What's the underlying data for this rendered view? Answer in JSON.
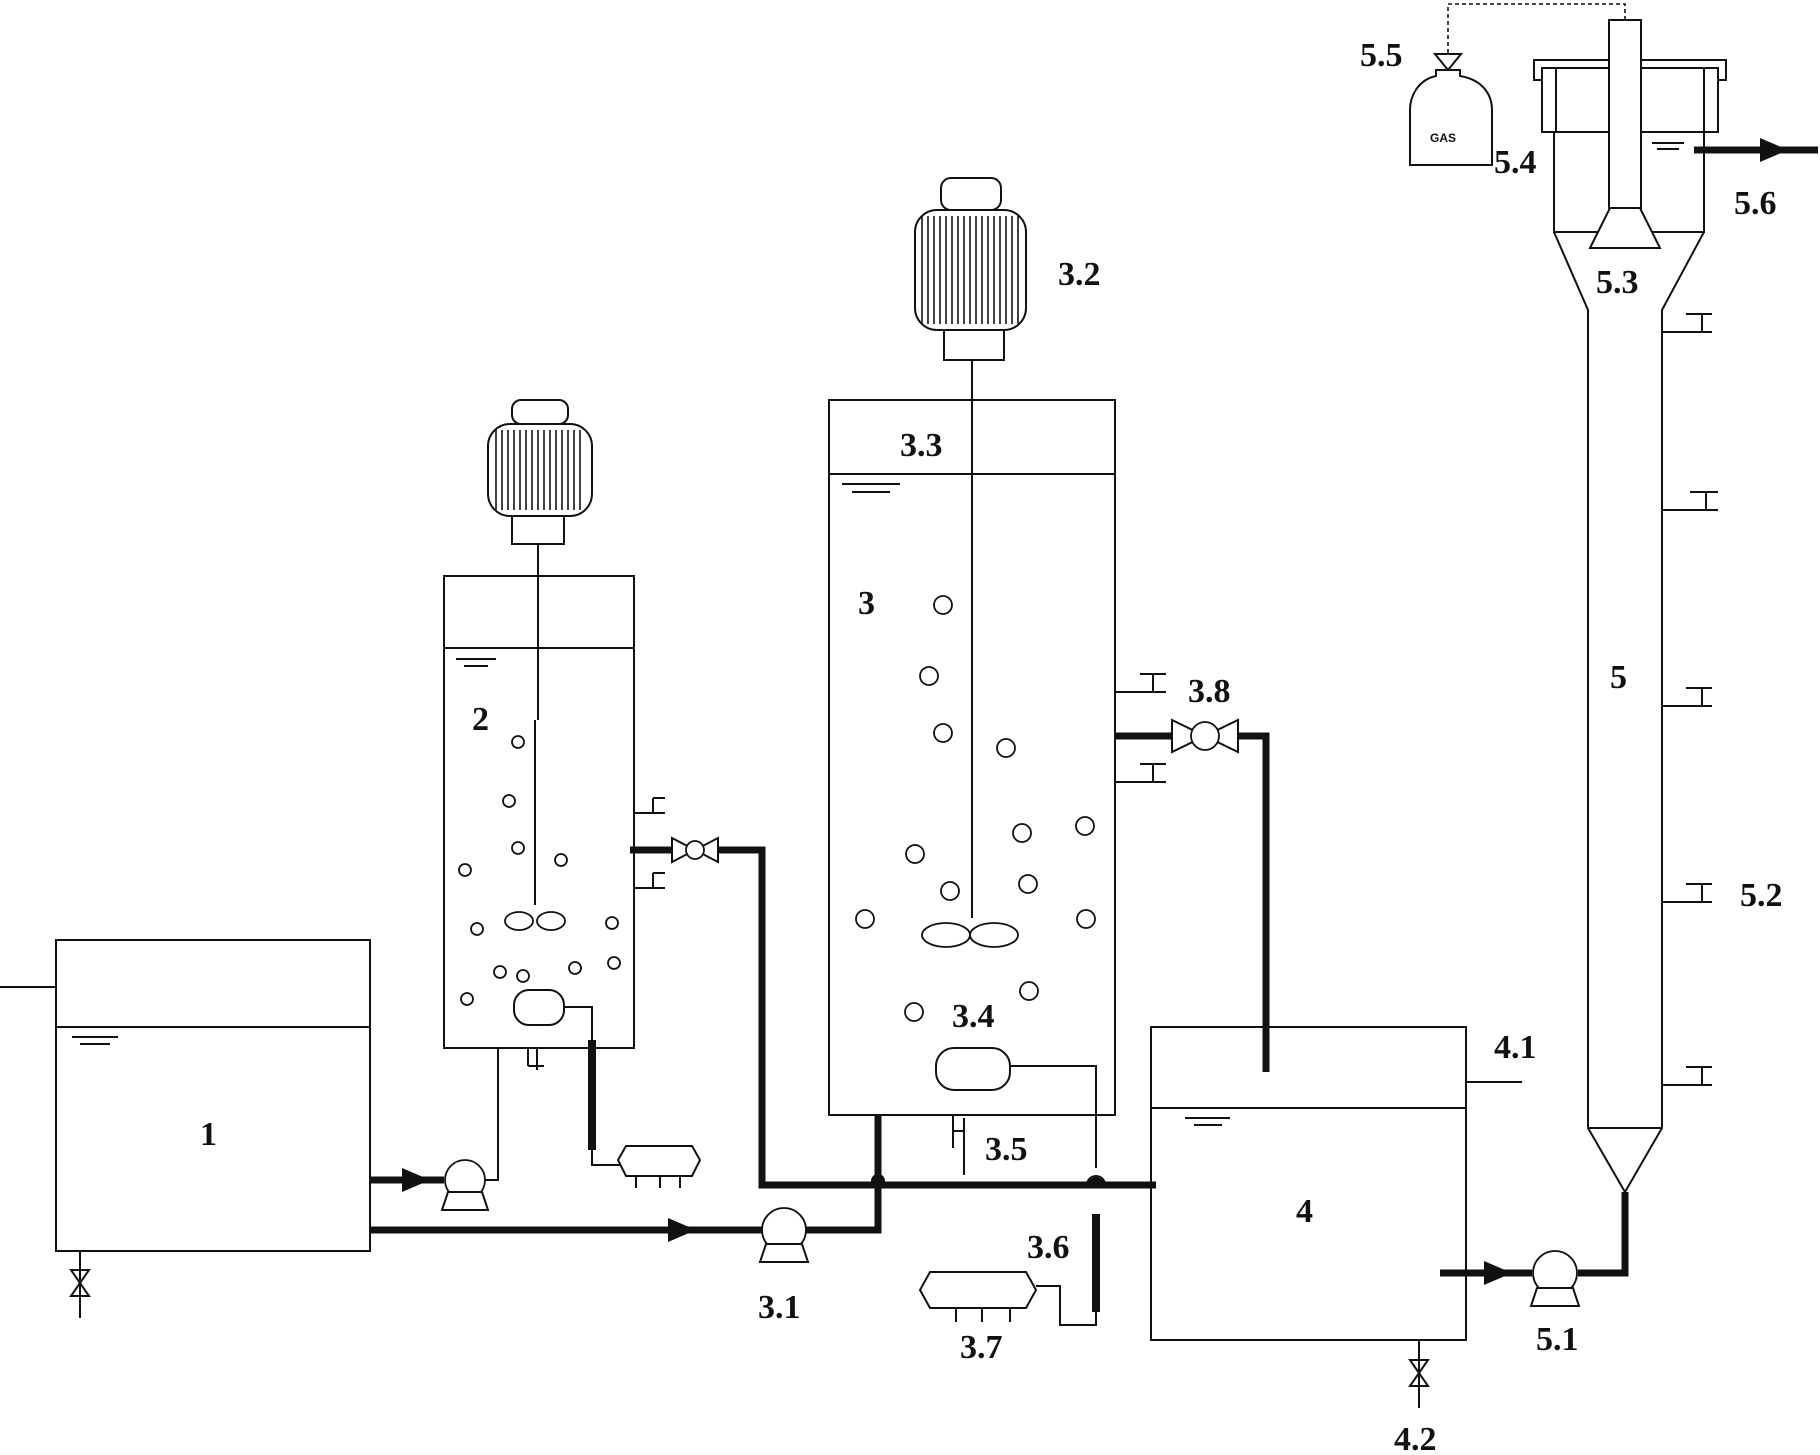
{
  "labels": {
    "tank_1": "1",
    "reactor_2": "2",
    "reactor_3": "3",
    "pump_3_1": "3.1",
    "motor_3_2": "3.2",
    "section_3_3": "3.3",
    "diffuser_3_4": "3.4",
    "port_3_5": "3.5",
    "flowmeter_3_6": "3.6",
    "air_pump_3_7": "3.7",
    "valve_3_8": "3.8",
    "tank_4": "4",
    "level_4_1": "4.1",
    "drain_4_2": "4.2",
    "column_5": "5",
    "pump_5_1": "5.1",
    "sample_ports_5_2": "5.2",
    "separator_5_3": "5.3",
    "settler_5_4": "5.4",
    "gas_bag_5_5": "5.5",
    "effluent_5_6": "5.6",
    "gas_text": "GAS"
  },
  "icons": {
    "pump": "centrifugal-pump-icon",
    "valve": "gate-valve-icon",
    "motor": "motor-icon",
    "impeller": "impeller-icon",
    "water_level": "water-level-icon",
    "air_pump": "air-pump-icon",
    "gas_bag": "gas-bag-icon"
  },
  "colors": {
    "line": "#111111",
    "background": "#ffffff"
  }
}
